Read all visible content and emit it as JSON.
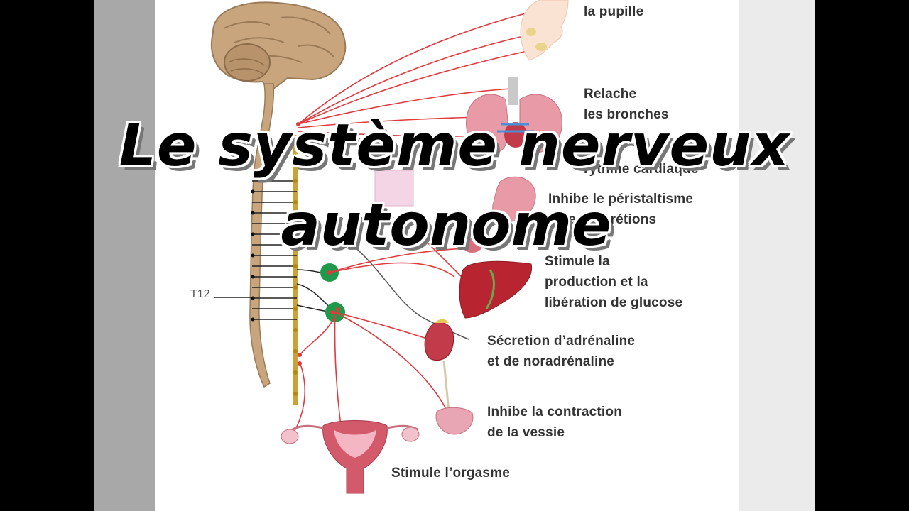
{
  "title": {
    "line1": "Le système nerveux",
    "line2": "autonome"
  },
  "labels": {
    "pupille": "la pupille",
    "bronches": "Relache\nles bronches",
    "cardiaque": "rythme cardiaque",
    "peristaltisme": "Inhibe le péristaltisme\net les sécrétions",
    "glucose": "Stimule la\nproduction et la\nlibération de glucose",
    "adrenaline": "Sécretion d’adrénaline\net de noradrénaline",
    "vessie": "Inhibe la contraction\nde la vessie",
    "orgasme": "Stimule l’orgasme",
    "t12": "T12"
  },
  "colors": {
    "nerve": "#e0393e",
    "brain": "#c9a57d",
    "ganglion": "#1f9a4a",
    "chain": "#c9a23a",
    "organ": "#c23b4a"
  }
}
